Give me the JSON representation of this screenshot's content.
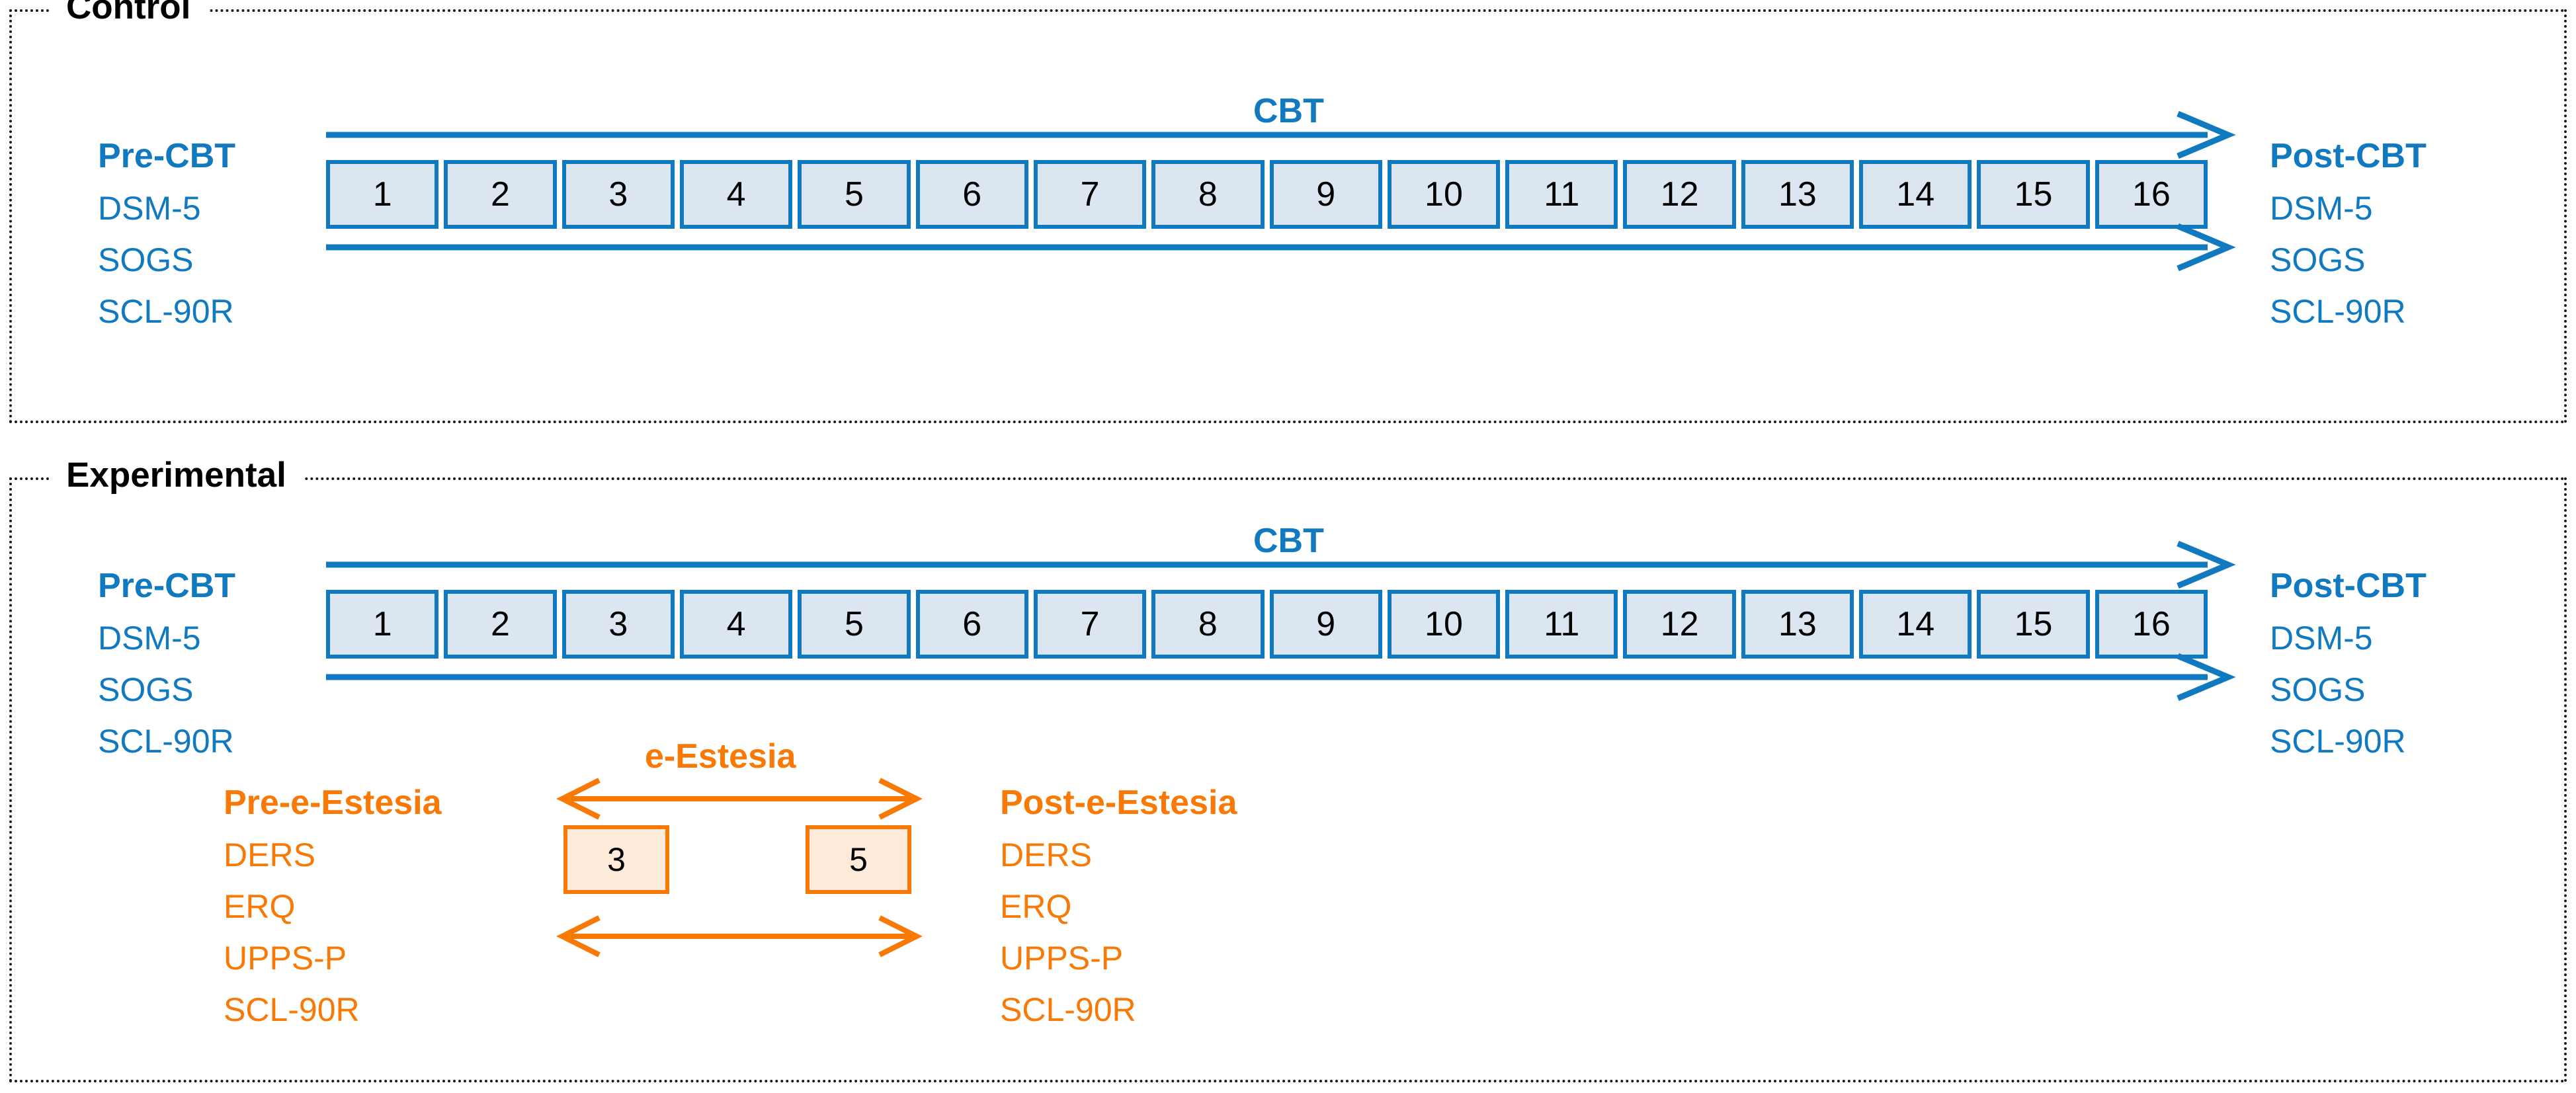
{
  "groups": {
    "control": {
      "title": "Control",
      "pre": {
        "heading": "Pre-CBT",
        "measures": [
          "DSM-5",
          "SOGS",
          "SCL-90R"
        ]
      },
      "post": {
        "heading": "Post-CBT",
        "measures": [
          "DSM-5",
          "SOGS",
          "SCL-90R"
        ]
      },
      "arrow_label": "CBT",
      "sessions": [
        "1",
        "2",
        "3",
        "4",
        "5",
        "6",
        "7",
        "8",
        "9",
        "10",
        "11",
        "12",
        "13",
        "14",
        "15",
        "16"
      ]
    },
    "experimental": {
      "title": "Experimental",
      "pre": {
        "heading": "Pre-CBT",
        "measures": [
          "DSM-5",
          "SOGS",
          "SCL-90R"
        ]
      },
      "post": {
        "heading": "Post-CBT",
        "measures": [
          "DSM-5",
          "SOGS",
          "SCL-90R"
        ]
      },
      "arrow_label": "CBT",
      "sessions": [
        "1",
        "2",
        "3",
        "4",
        "5",
        "6",
        "7",
        "8",
        "9",
        "10",
        "11",
        "12",
        "13",
        "14",
        "15",
        "16"
      ],
      "intervention": {
        "arrow_label": "e-Estesia",
        "pre": {
          "heading": "Pre-e-Estesia",
          "measures": [
            "DERS",
            "ERQ",
            "UPPS-P",
            "SCL-90R"
          ]
        },
        "post": {
          "heading": "Post-e-Estesia",
          "measures": [
            "DERS",
            "ERQ",
            "UPPS-P",
            "SCL-90R"
          ]
        },
        "sessions": [
          "3",
          "5"
        ]
      }
    }
  },
  "colors": {
    "blue": "#1179c0",
    "blue_fill": "#dce6f1",
    "orange": "#f97906",
    "orange_fill": "#fdead9",
    "text_dark": "#000000"
  }
}
